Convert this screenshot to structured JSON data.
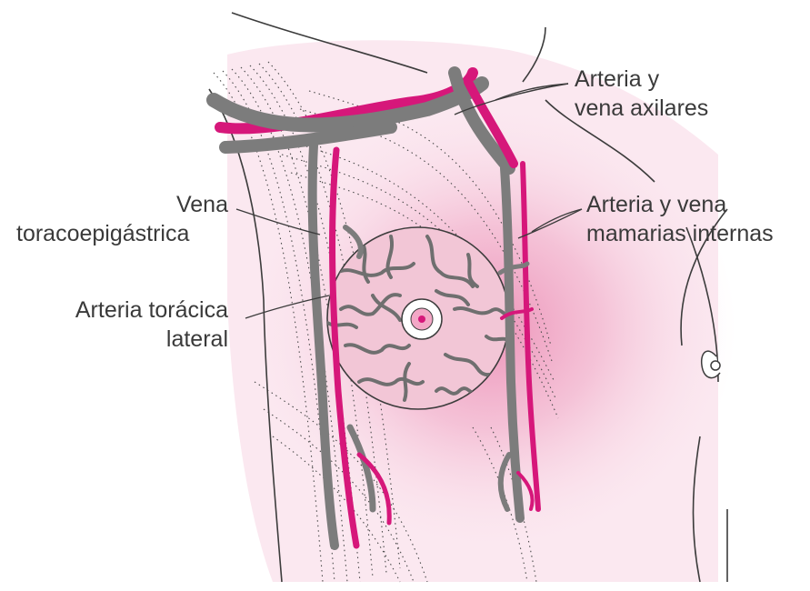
{
  "labels": {
    "axillary_1": "Arteria y",
    "axillary_2": "vena axilares",
    "mammary_1": "Arteria y vena",
    "mammary_2": "mamarias internas",
    "thoraco_1": "Vena",
    "thoraco_2": "toracoepigástrica",
    "lateral_1": "Arteria torácica",
    "lateral_2": "lateral"
  },
  "colors": {
    "artery": "#d6177a",
    "vein": "#7c7c7c",
    "outline": "#3c3c3c",
    "skin_tint": "#f2b6cf",
    "text": "#3a3a3a"
  }
}
